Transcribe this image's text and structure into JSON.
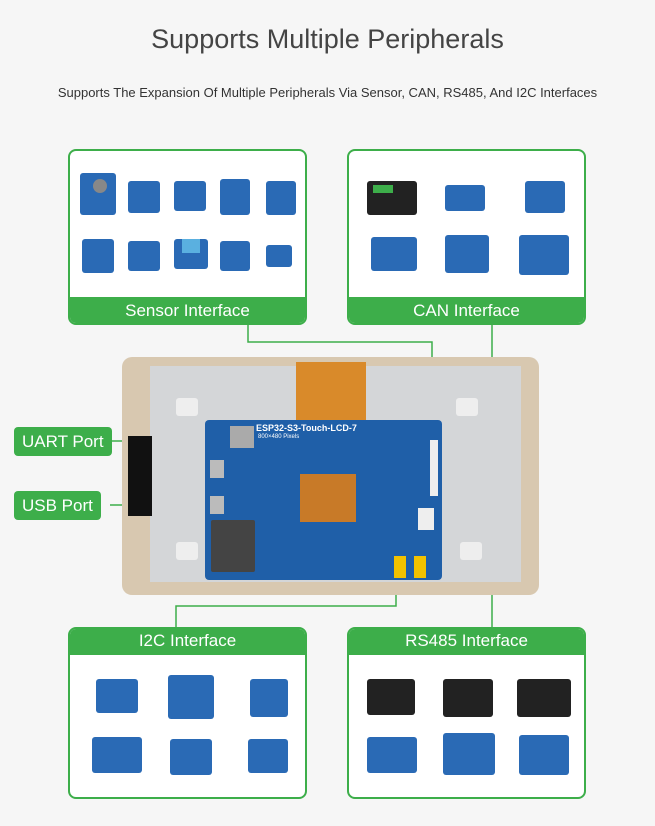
{
  "header": {
    "title": "Supports Multiple Peripherals",
    "subtitle": "Supports The Expansion Of Multiple Peripherals Via Sensor, CAN, RS485, And I2C Interfaces"
  },
  "cards": {
    "sensor": "Sensor Interface",
    "can": "CAN Interface",
    "i2c": "I2C Interface",
    "rs485": "RS485 Interface"
  },
  "ports": {
    "uart": "UART Port",
    "usb": "USB Port"
  },
  "board": {
    "name": "ESP32-S3-Touch-LCD-7",
    "resolution": "800×480 Pixels"
  },
  "colors": {
    "accent": "#3dae4a",
    "pcb": "#1f5fa8"
  }
}
